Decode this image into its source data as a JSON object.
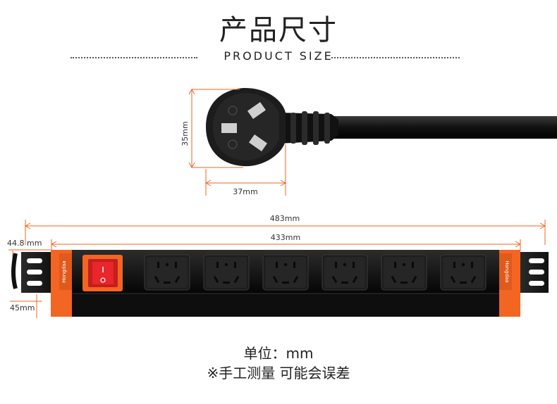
{
  "heading": {
    "title": "产品尺寸",
    "subtitle": "PRODUCT SIZE"
  },
  "plug": {
    "height_label": "35mm",
    "width_label": "37mm"
  },
  "strip": {
    "total_length_label": "483mm",
    "body_length_label": "433mm",
    "depth_label": "44.8 mm",
    "height_label": "45mm",
    "socket_count": 6,
    "brand_text": "Hongdaa"
  },
  "footer": {
    "unit": "单位：mm",
    "disclaimer": "※手工测量 可能会误差"
  },
  "colors": {
    "accent": "#f26522",
    "body": "#1a1a1a",
    "switch": "#e8262b"
  }
}
